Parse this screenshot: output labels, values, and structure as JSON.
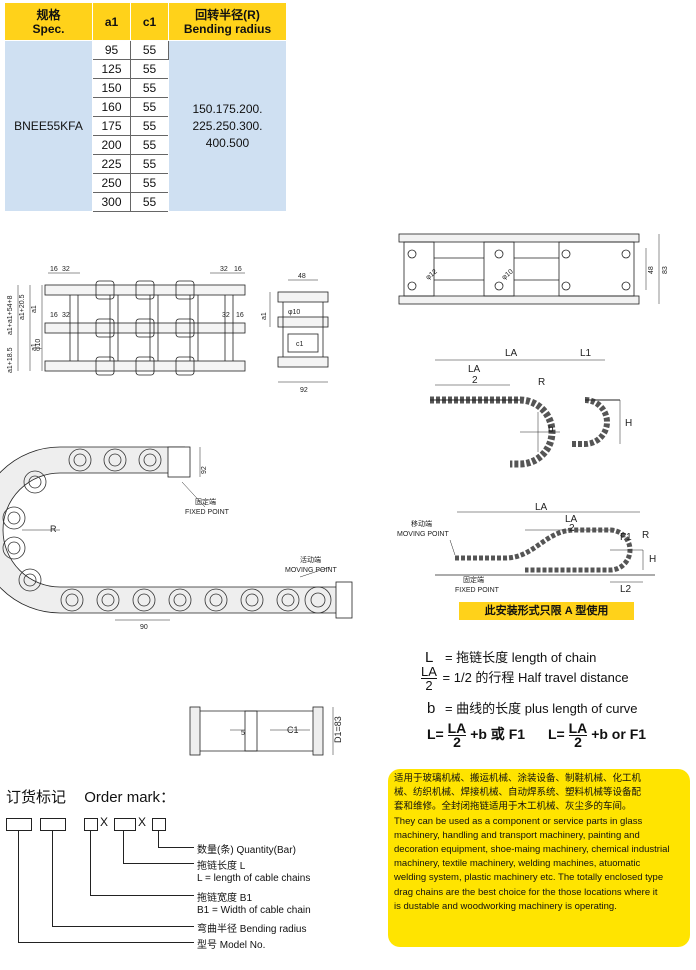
{
  "spec_table": {
    "headers": {
      "spec_cn": "规格",
      "spec_en": "Spec.",
      "a1": "a1",
      "c1": "c1",
      "radius_cn": "回转半径(R)",
      "radius_en": "Bending radius"
    },
    "model": "BNEE55KFA",
    "rows": [
      {
        "a1": "95",
        "c1": "55"
      },
      {
        "a1": "125",
        "c1": "55"
      },
      {
        "a1": "150",
        "c1": "55"
      },
      {
        "a1": "160",
        "c1": "55"
      },
      {
        "a1": "175",
        "c1": "55"
      },
      {
        "a1": "200",
        "c1": "55"
      },
      {
        "a1": "225",
        "c1": "55"
      },
      {
        "a1": "250",
        "c1": "55"
      },
      {
        "a1": "300",
        "c1": "55"
      }
    ],
    "radius_lines": [
      "150.175.200.",
      "225.250.300.",
      "400.500"
    ]
  },
  "drawing_labels": {
    "d16": "16",
    "d32": "32",
    "d48": "48",
    "d92": "92",
    "d83": "83",
    "d90": "90",
    "d5": "5",
    "phi10": "φ10",
    "phi12": "φ12",
    "a1": "a1",
    "c1": "c1",
    "C1": "C1",
    "D1_83": "D1=83",
    "side_dim_1": "a1+a1+54+8",
    "side_dim_2": "a1+20.5",
    "side_dim_3": "a1+18.5",
    "R": "R",
    "fixed_cn": "固定端",
    "fixed_en": "FIXED POINT",
    "moving_cn": "活动端",
    "moving_en": "MOVING POINT",
    "moving_cn2": "移动端",
    "moving_en2": "MOVING POINT",
    "fixed_cn2": "固定端",
    "fixed_en2": "FIXED POINT",
    "LA": "LA",
    "L1": "L1",
    "L2": "L2",
    "F1": "F1",
    "H": "H",
    "b": "b",
    "two": "2"
  },
  "banner": "此安装形式只限 A 型使用",
  "legend": {
    "L_sym": "L",
    "L_text": "= 拖链长度  length of chain",
    "LA_num": "LA",
    "LA_den": "2",
    "LA_text": "= 1/2 的行程  Half travel distance",
    "b_sym": "b",
    "b_text": "= 曲线的长度  plus length of curve",
    "formula_cn_prefix": "L=",
    "formula_cn_suffix": "+b 或 F1",
    "formula_en_prefix": "L=",
    "formula_en_suffix": "+b or F1"
  },
  "order_mark": {
    "title_cn": "订货标记",
    "title_en": "Order mark：",
    "x1": "X",
    "x2": "X",
    "qty": "数量(条) Quantity(Bar)",
    "length_cn": "拖链长度 L",
    "length_en": "L = length of cable chains",
    "width_cn": "拖链宽度 B1",
    "width_en": "B1 = Width of cable chain",
    "radius": "弯曲半径 Bending radius",
    "model": "型号 Model No."
  },
  "info_lines": [
    "适用于玻璃机械、搬运机械、涂装设备、制鞋机械、化工机",
    "械、纺织机械、焊接机械、自动焊系统、塑料机械等设备配",
    "套和维修。全封闭拖链适用于木工机械、灰尘多的车间。",
    "They can be used as a component or service parts in glass",
    "machinery, handling and transport machinery, painting and",
    "decoration equipment, shoe-maing machinery, chemical industrial",
    "machinery, textile machinery, welding machines, atuomatic",
    "welding system, plastic machinery etc. The totally enclosed type",
    "drag chains are the best choice for the those locations where it",
    "is dustable and woodworking machinery is operating."
  ]
}
